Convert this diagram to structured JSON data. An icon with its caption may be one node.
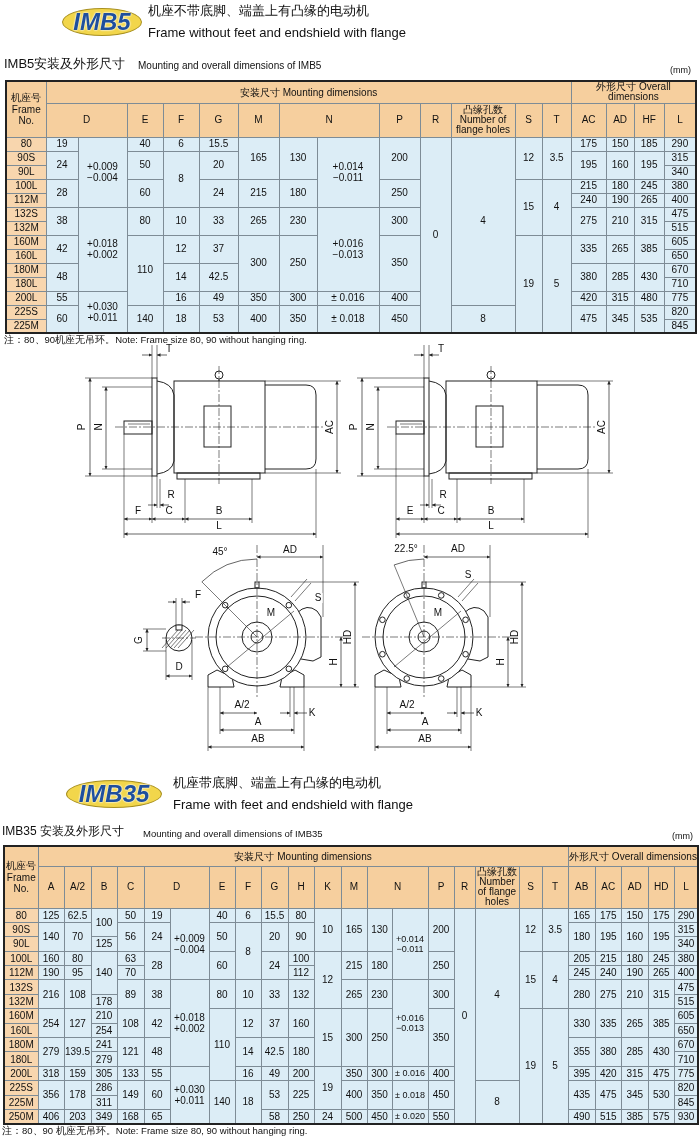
{
  "diagram": {
    "labels": [
      "IMB5",
      "机座不带底脚、端盖上有凸缘的电动机",
      "Frame without feet and endshield with flange",
      "IMB5安装及外形尺寸",
      "Mounting and overall dimensions of IMB5",
      "(mm)",
      "机座号 Frame No.",
      "安装尺寸 Mounting dimensions",
      "外形尺寸 Overall dimensions",
      "D",
      "E",
      "F",
      "G",
      "M",
      "N",
      "P",
      "R",
      "凸缘孔数 Number of flange holes",
      "S",
      "T",
      "AC",
      "AD",
      "HF",
      "L",
      "80",
      "19",
      "+0.009 −0.004",
      "40",
      "6",
      "15.5",
      "165",
      "130",
      "+0.014 −0.011",
      "200",
      "0",
      "4",
      "12",
      "3.5",
      "175",
      "150",
      "185",
      "290",
      "90S",
      "24",
      "50",
      "8",
      "20",
      "195",
      "160",
      "195",
      "315",
      "90L",
      "340",
      "100L",
      "28",
      "60",
      "24",
      "215",
      "180",
      "250",
      "15",
      "4",
      "215",
      "180",
      "245",
      "380",
      "112M",
      "240",
      "190",
      "265",
      "400",
      "132S",
      "38",
      "+0.018 +0.002",
      "80",
      "10",
      "33",
      "265",
      "230",
      "+0.016 −0.013",
      "300",
      "275",
      "210",
      "315",
      "475",
      "132M",
      "515",
      "160M",
      "42",
      "110",
      "12",
      "37",
      "300",
      "250",
      "350",
      "19",
      "5",
      "335",
      "265",
      "385",
      "605",
      "160L",
      "650",
      "180M",
      "48",
      "14",
      "42.5",
      "380",
      "285",
      "430",
      "670",
      "180L",
      "710",
      "200L",
      "55",
      "+0.030 +0.011",
      "16",
      "49",
      "350",
      "300",
      "± 0.016",
      "400",
      "420",
      "315",
      "480",
      "775",
      "225S",
      "60",
      "140",
      "18",
      "53",
      "400",
      "350",
      "± 0.018",
      "450",
      "8",
      "475",
      "345",
      "535",
      "820",
      "225M",
      "845",
      "注：80、90机座无吊环。Note: Frame size 80, 90 without hanging ring.",
      "T",
      "P",
      "N",
      "AC",
      "R",
      "F",
      "C",
      "B",
      "L",
      "T",
      "P",
      "N",
      "AC",
      "R",
      "E",
      "C",
      "B",
      "L",
      "F",
      "G",
      "D",
      "45°",
      "AD",
      "S",
      "M",
      "HD",
      "H",
      "A/2",
      "K",
      "A",
      "AB",
      "22.5°",
      "AD",
      "S",
      "M",
      "HD",
      "H",
      "A/2",
      "K",
      "A",
      "AB",
      "IMB35",
      "机座带底脚、端盖上有凸缘的电动机",
      "Frame with feet and endshield with flange",
      "IMB35 安装及外形尺寸",
      "Mounting and overall dimensions of IMB35",
      "(mm)",
      "机座号 Frame No.",
      "安装尺寸 Mounting dimensions",
      "外形尺寸 Overall dimensions",
      "A",
      "A/2",
      "B",
      "C",
      "D",
      "E",
      "F",
      "G",
      "H",
      "K",
      "M",
      "N",
      "P",
      "R",
      "凸缘孔数 Number of flange holes",
      "S",
      "T",
      "AB",
      "AC",
      "AD",
      "HD",
      "L",
      "80",
      "125",
      "62.5",
      "100",
      "50",
      "19",
      "+0.009 −0.004",
      "40",
      "6",
      "15.5",
      "80",
      "10",
      "165",
      "130",
      "+0.014 −0.011",
      "200",
      "0",
      "4",
      "12",
      "3.5",
      "165",
      "175",
      "150",
      "175",
      "290",
      "90S",
      "140",
      "70",
      "56",
      "24",
      "50",
      "8",
      "20",
      "90",
      "180",
      "195",
      "160",
      "195",
      "315",
      "90L",
      "125",
      "340",
      "100L",
      "160",
      "80",
      "140",
      "63",
      "28",
      "60",
      "24",
      "100",
      "12",
      "215",
      "180",
      "250",
      "15",
      "4",
      "205",
      "215",
      "180",
      "245",
      "380",
      "112M",
      "190",
      "95",
      "70",
      "112",
      "245",
      "240",
      "190",
      "265",
      "400",
      "132S",
      "216",
      "108",
      "89",
      "38",
      "+0.018 +0.002",
      "80",
      "10",
      "33",
      "132",
      "265",
      "230",
      "+0.016 −0.013",
      "300",
      "280",
      "275",
      "210",
      "315",
      "475",
      "132M",
      "178",
      "515",
      "160M",
      "254",
      "127",
      "210",
      "108",
      "42",
      "110",
      "12",
      "37",
      "160",
      "15",
      "300",
      "250",
      "350",
      "19",
      "5",
      "330",
      "335",
      "265",
      "385",
      "605",
      "160L",
      "254",
      "650",
      "180M",
      "279",
      "139.5",
      "241",
      "121",
      "48",
      "14",
      "42.5",
      "180",
      "355",
      "380",
      "285",
      "430",
      "670",
      "180L",
      "279",
      "710",
      "200L",
      "318",
      "159",
      "305",
      "133",
      "55",
      "+0.030 +0.011",
      "16",
      "49",
      "200",
      "19",
      "350",
      "300",
      "± 0.016",
      "400",
      "395",
      "420",
      "315",
      "475",
      "775",
      "225S",
      "356",
      "178",
      "286",
      "149",
      "60",
      "140",
      "18",
      "53",
      "225",
      "400",
      "350",
      "± 0.018",
      "450",
      "8",
      "435",
      "475",
      "345",
      "530",
      "820",
      "225M",
      "311",
      "845",
      "250M",
      "406",
      "203",
      "349",
      "168",
      "65",
      "58",
      "250",
      "24",
      "500",
      "450",
      "± 0.020",
      "550",
      "490",
      "515",
      "385",
      "575",
      "930",
      "注：80、90 机座无吊环。Note: Frame size 80, 90 without hanging ring."
    ]
  }
}
